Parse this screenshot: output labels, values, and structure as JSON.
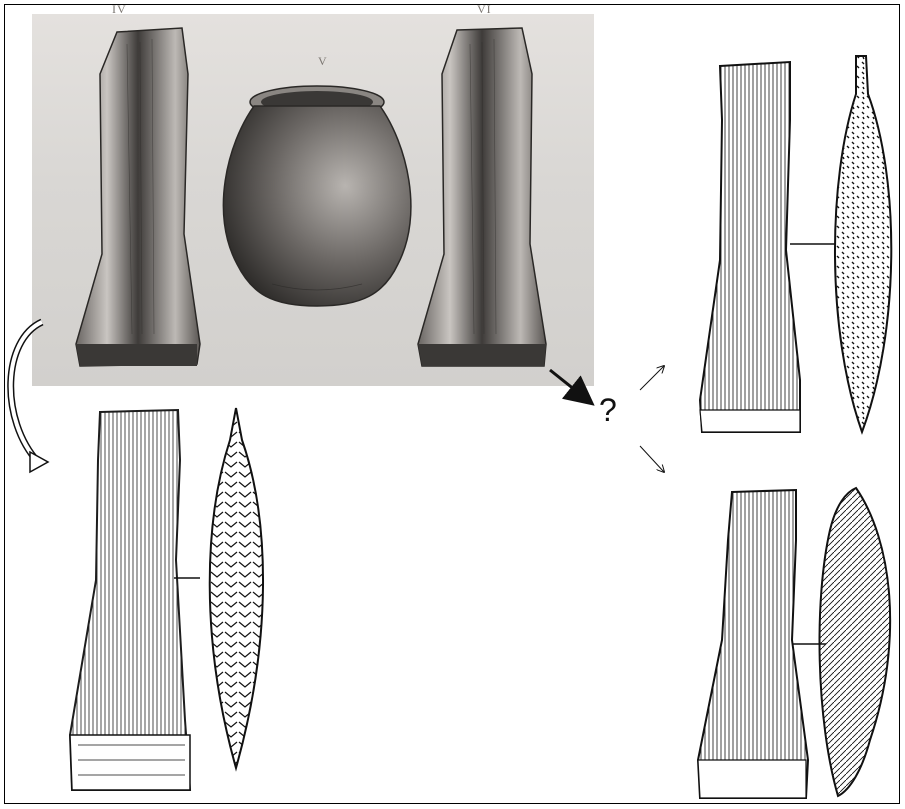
{
  "figure": {
    "labels": {
      "left_tool": "IV",
      "vessel": "V",
      "right_tool": "VI"
    },
    "question_mark": "?",
    "colors": {
      "ink": "#111111",
      "photo_background": "#dcdad7",
      "artifact_dark": "#3a3836",
      "artifact_mid": "#8a8682"
    }
  }
}
